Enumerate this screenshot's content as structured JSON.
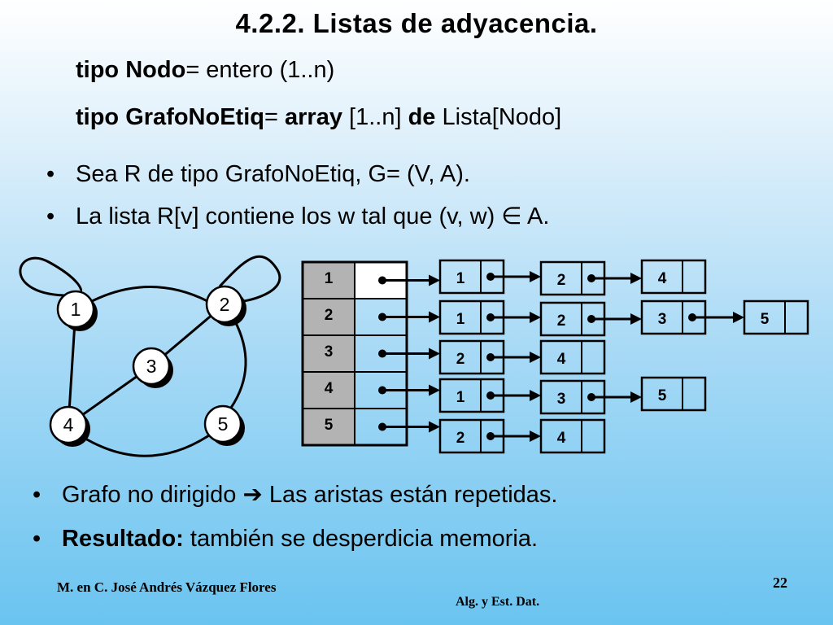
{
  "slide": {
    "title": "4.2.2. Listas de adyacencia.",
    "decl1": {
      "kw": "tipo",
      "name": "Nodo",
      "rest": "= entero (1..n)"
    },
    "decl2": {
      "kw": "tipo",
      "name": "GrafoNoEtiq",
      "eq": "=",
      "array_kw": "array",
      "range": "[1..n]",
      "de_kw": "de",
      "type": "Lista[Nodo]"
    },
    "bullets_top": [
      {
        "dot": "•",
        "text": "Sea R de tipo GrafoNoEtiq, G= (V, A)."
      },
      {
        "dot": "•",
        "text": "La lista R[v] contiene los w tal que (v, w)",
        "symbol": "∈",
        "tail": "A."
      }
    ],
    "bullets_bottom": [
      {
        "dot": "•",
        "text": "Grafo no dirigido",
        "arrow": "➔",
        "tail": "Las aristas están repetidas."
      },
      {
        "dot": "•",
        "bold": "Resultado:",
        "text": "también se desperdicia memoria."
      }
    ],
    "footer": {
      "author": "M. en C. José Andrés Vázquez Flores",
      "course": "Alg. y Est. Dat.",
      "page": "22"
    }
  },
  "graph": {
    "nodes": [
      "1",
      "2",
      "3",
      "4",
      "5"
    ],
    "edges": [
      [
        "1",
        "1"
      ],
      [
        "2",
        "2"
      ],
      [
        "1",
        "2"
      ],
      [
        "1",
        "4"
      ],
      [
        "2",
        "3"
      ],
      [
        "3",
        "4"
      ],
      [
        "4",
        "5"
      ],
      [
        "2",
        "5"
      ]
    ]
  },
  "adjacency": {
    "index": [
      "1",
      "2",
      "3",
      "4",
      "5"
    ],
    "lists": [
      [
        "1",
        "2",
        "4"
      ],
      [
        "1",
        "2",
        "3",
        "5"
      ],
      [
        "2",
        "4"
      ],
      [
        "1",
        "3",
        "5"
      ],
      [
        "2",
        "4"
      ]
    ]
  },
  "colors": {
    "array_index_bg": "#b3b3b3",
    "node_fill": "#ffffff",
    "shadow": "#000000",
    "line": "#000000"
  }
}
